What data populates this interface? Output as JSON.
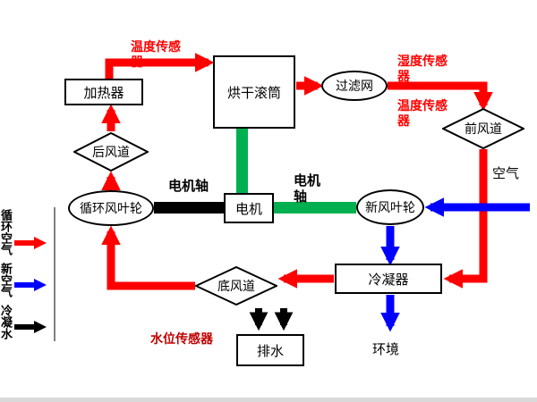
{
  "nodes": {
    "heater": "加热器",
    "drum": "烘干滚筒",
    "filter": "过滤网",
    "front_duct": "前风道",
    "rear_duct": "后风道",
    "circ_impeller": "循环风叶轮",
    "motor": "电机",
    "fresh_impeller": "新风叶轮",
    "condenser": "冷凝器",
    "bottom_duct": "底风道",
    "drain": "排水"
  },
  "sensor_labels": {
    "temperature_top": "温度传感器",
    "humidity_right": "湿度传感器",
    "temperature_right": "温度传感器",
    "water_level": "水位传感器"
  },
  "flow_labels": {
    "air_inlet": "空气",
    "environment": "环境",
    "motor_shaft_left": "电机轴",
    "motor_shaft_right": "电机轴"
  },
  "legend": {
    "items": [
      {
        "label": "循环空气",
        "color": "#ff0000"
      },
      {
        "label": "新空气",
        "color": "#0000ff"
      },
      {
        "label": "冷凝水",
        "color": "#000000"
      }
    ]
  },
  "colors": {
    "circulating_air": "#ff0000",
    "fresh_air": "#0000ff",
    "condensate": "#000000",
    "motor_shaft": "#00b050",
    "sensor_label": "#ff0000",
    "water_sensor_label": "#c00000",
    "divider": "#808080"
  }
}
